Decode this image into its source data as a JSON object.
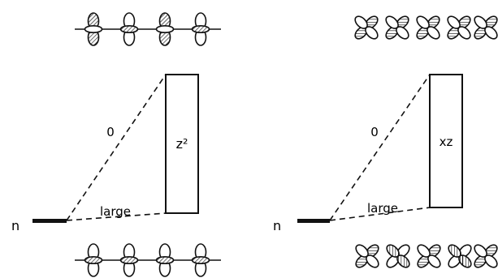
{
  "left_panel": {
    "level_label": "n",
    "band_label": "z²",
    "upper_overlap_label": "0",
    "lower_overlap_label": "large",
    "orbital_type": "dz2-chain"
  },
  "right_panel": {
    "level_label": "n",
    "band_label": "xz",
    "upper_overlap_label": "0",
    "lower_overlap_label": "large",
    "orbital_type": "dxz-chain"
  },
  "colors": {
    "ink": "#111111",
    "background": "#ffffff"
  }
}
